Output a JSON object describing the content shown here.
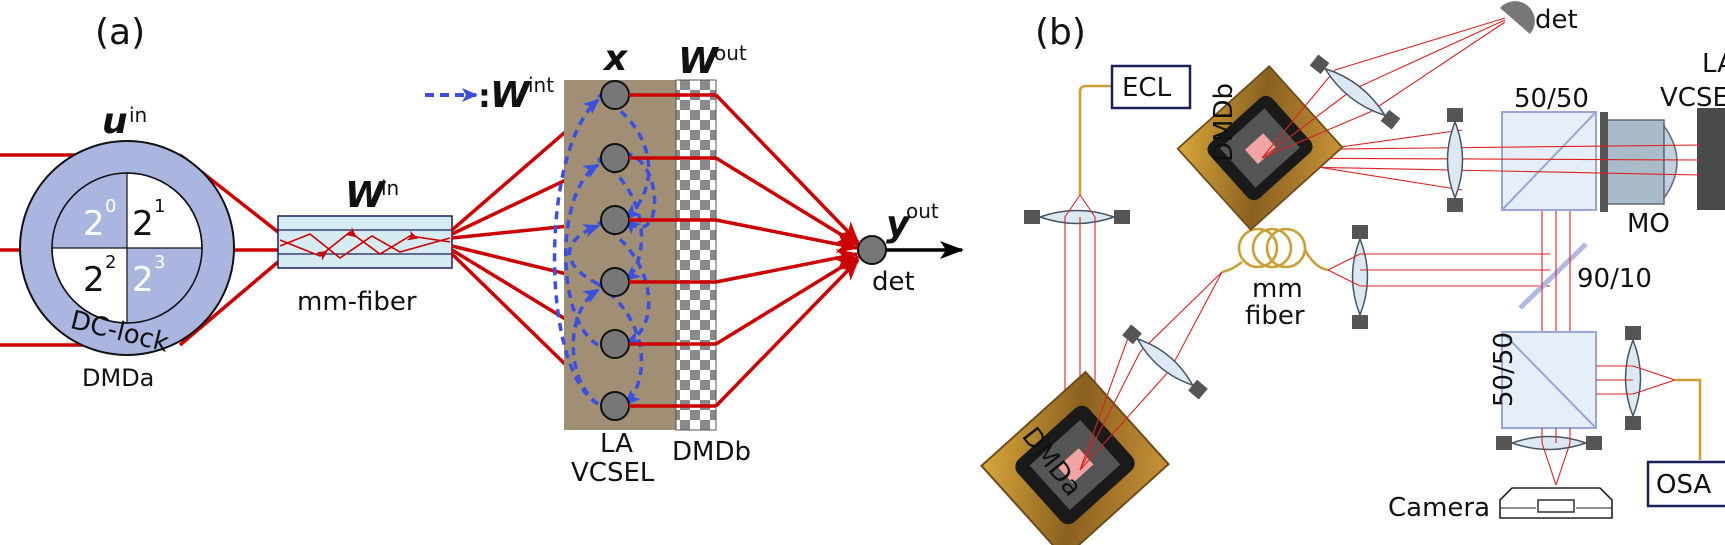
{
  "panel_a": {
    "label": "(a)",
    "u_in": "u",
    "u_in_sup": "in",
    "dmd_quadrants": [
      "2",
      "0",
      "2",
      "1",
      "2",
      "2",
      "2",
      "3"
    ],
    "dc_lock": "DC-lock",
    "dmda": "DMDa",
    "w_in": "W",
    "w_in_sup": "in",
    "mm_fiber": "mm-fiber",
    "w_int_legend": ":",
    "w_int": "W",
    "w_int_sup": "int",
    "x_label": "x",
    "w_out": "W",
    "w_out_sup": "out",
    "y_out": "y",
    "y_out_sup": "out",
    "det": "det",
    "la": "LA",
    "vcsel": "VCSEL",
    "dmdb": "DMDb"
  },
  "panel_b": {
    "label": "(b)",
    "ecl": "ECL",
    "dmdb": "DMDb",
    "det": "det",
    "bs_top": "50/50",
    "la": "LA",
    "vcsel": "VCSEL",
    "mo": "MO",
    "mm": "mm",
    "fiber": "fiber",
    "splitter": "90/10",
    "bs_bottom": "50/50",
    "dmda": "DMDa",
    "camera": "Camera",
    "osa": "OSA"
  },
  "colors": {
    "beam": "#cc0000",
    "feedback": "#3b4fe0",
    "dmd_fill": "#aab6e0",
    "vcsel_panel": "#a08f75",
    "fiber": "#c9a034",
    "box_border": "#1a1f5e"
  }
}
